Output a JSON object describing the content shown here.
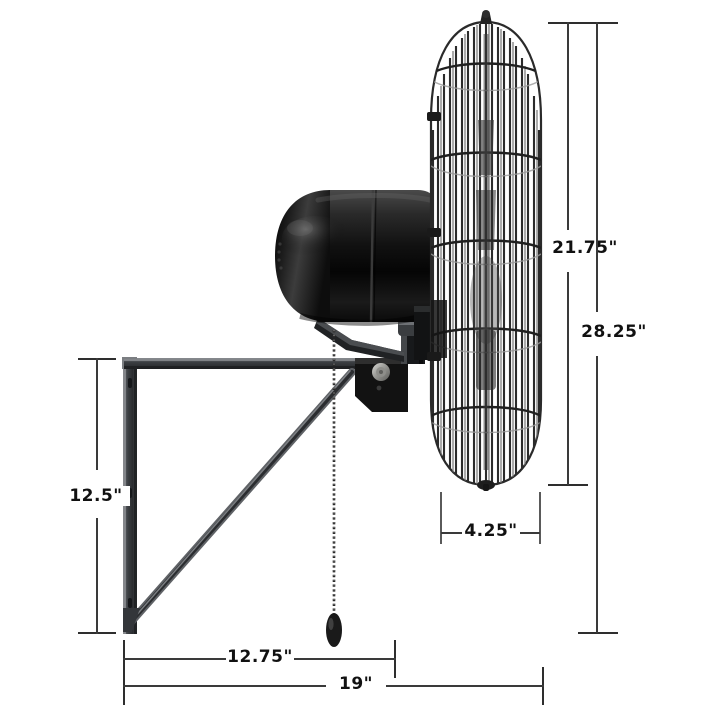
{
  "diagram": {
    "title": "Wall Mount Fan Dimension Diagram",
    "background_color": "#ffffff",
    "line_color": "#3a3a3a",
    "text_color": "#111111",
    "product_color": "#1c1c1c"
  },
  "dimensions": {
    "cage_height": {
      "label": "21.75\"",
      "orientation": "vertical",
      "position": "right-inner"
    },
    "overall_height": {
      "label": "28.25\"",
      "orientation": "vertical",
      "position": "right-outer"
    },
    "bracket_height": {
      "label": "12.5\"",
      "orientation": "vertical",
      "position": "left"
    },
    "cage_depth": {
      "label": "4.25\"",
      "orientation": "horizontal",
      "position": "bottom-center"
    },
    "bracket_depth": {
      "label": "12.75\"",
      "orientation": "horizontal",
      "position": "bottom-inner"
    },
    "overall_depth": {
      "label": "19\"",
      "orientation": "horizontal",
      "position": "bottom-outer"
    }
  },
  "product": {
    "name": "wall-mount-oscillating-fan",
    "parts": [
      "wire-guard-cage",
      "motor-housing",
      "pivot-yoke",
      "wall-bracket",
      "diagonal-brace",
      "pull-chain"
    ]
  }
}
